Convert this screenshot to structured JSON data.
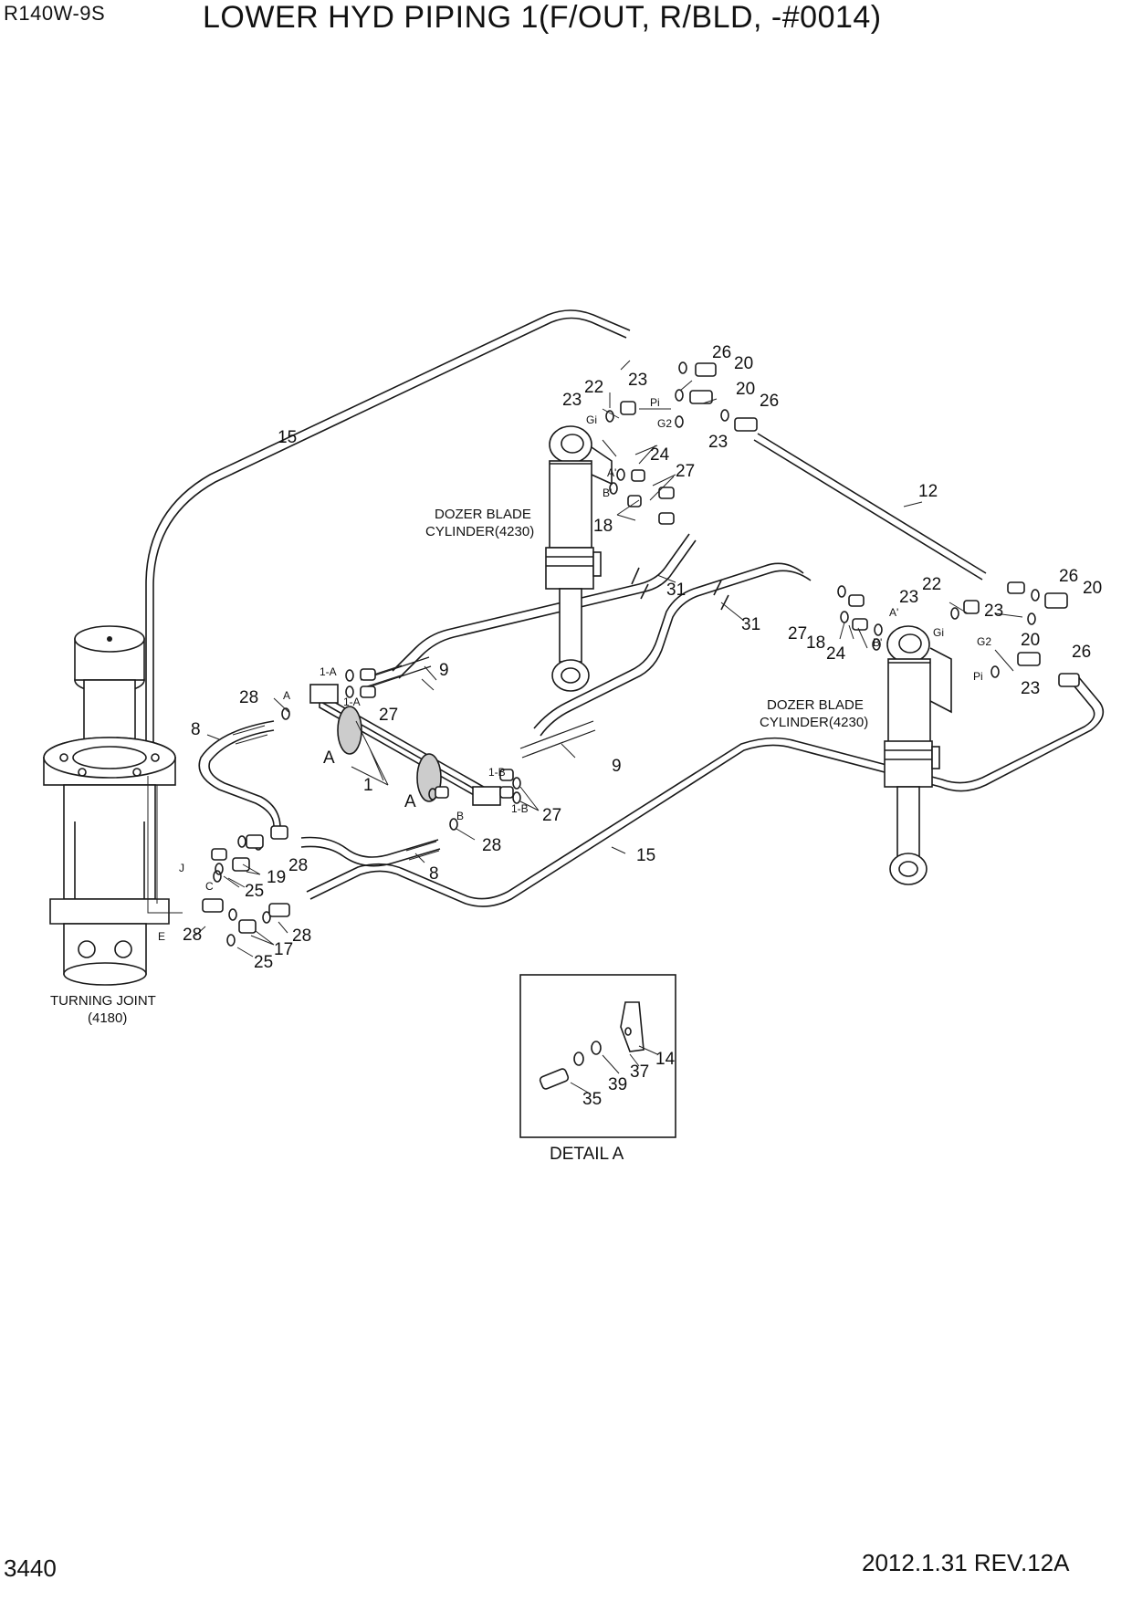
{
  "header": {
    "model": "R140W-9S",
    "title": "LOWER HYD PIPING 1(F/OUT, R/BLD, -#0014)"
  },
  "footer": {
    "page_number": "3440",
    "date_rev": "2012.1.31  REV.12A"
  },
  "labels": {
    "cylinder_left_1": "DOZER BLADE",
    "cylinder_left_2": "CYLINDER(4230)",
    "cylinder_right_1": "DOZER BLADE",
    "cylinder_right_2": "CYLINDER(4230)",
    "turning_joint_1": "TURNING JOINT",
    "turning_joint_2": "(4180)",
    "detail_caption": "DETAIL A"
  },
  "callouts": {
    "c15a": "15",
    "c26a": "26",
    "c20a": "20",
    "c23a": "23",
    "c22a": "22",
    "c23b": "23",
    "c20b": "20",
    "c26b": "26",
    "c23c": "23",
    "c24a": "24",
    "c27a": "27",
    "c18a": "18",
    "c12": "12",
    "c31a": "31",
    "c31b": "31",
    "c26c": "26",
    "c20c": "20",
    "c23d": "23",
    "c22b": "22",
    "c23e": "23",
    "c27b": "27",
    "c18b": "18",
    "c24b": "24",
    "c20d": "20",
    "c26d": "26",
    "c23f": "23",
    "c9a": "9",
    "c28a": "28",
    "c27c": "27",
    "c8a": "8",
    "cA1": "A",
    "c1": "1",
    "cA2": "A",
    "c9b": "9",
    "c27d": "27",
    "c28b": "28",
    "c8b": "8",
    "c15b": "15",
    "c19": "19",
    "c28c": "28",
    "c25a": "25",
    "c28d": "28",
    "c17": "17",
    "c28e": "28",
    "c25b": "25",
    "c14": "14",
    "c37": "37",
    "c39": "39",
    "c35": "35"
  },
  "ports": {
    "gi_l": "Gi",
    "pi_l": "Pi",
    "g2_l": "G2",
    "a_l": "A'",
    "b_l": "B'",
    "gi_r": "Gi",
    "g2_r": "G2",
    "pi_r": "Pi",
    "a_r": "A'",
    "b_r": "B'",
    "p1a": "1-A",
    "pa": "A",
    "p1a2": "1-A",
    "p1b": "1-B",
    "pb": "B",
    "p1b2": "1-B",
    "pj": "J",
    "pc": "C",
    "pe": "E"
  }
}
